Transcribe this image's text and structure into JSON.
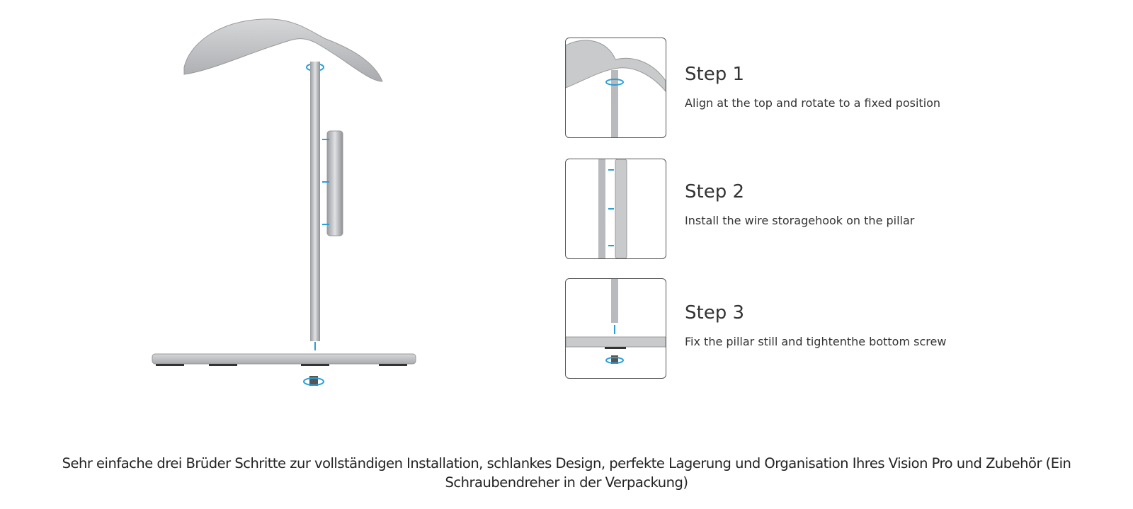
{
  "steps": [
    {
      "title": "Step 1",
      "description": "Align at the top and rotate to a fixed position"
    },
    {
      "title": "Step 2",
      "description": "Install the wire storagehook on the pillar"
    },
    {
      "title": "Step 3",
      "description": "Fix the pillar still and tightenthe bottom screw"
    }
  ],
  "caption": "Sehr einfache drei Brüder Schritte zur vollständigen Installation, schlankes Design, perfekte Lagerung und Organisation Ihres Vision Pro und Zubehör (Ein Schraubendreher in der Verpackung)",
  "colors": {
    "accent": "#2a9fd6",
    "metal": "#c4c6c9",
    "text": "#333333"
  }
}
